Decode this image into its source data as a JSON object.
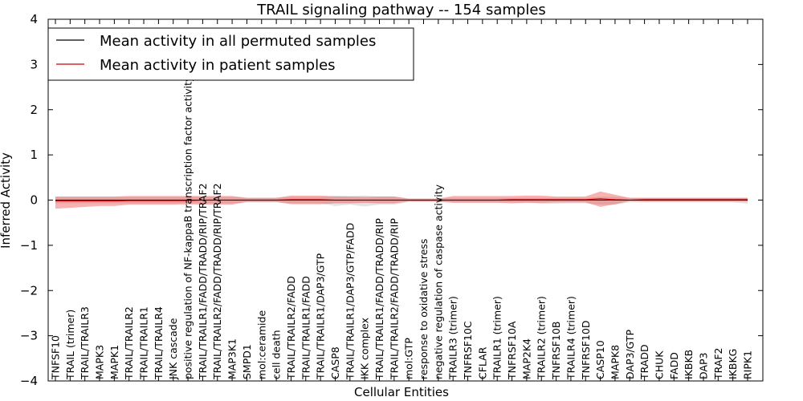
{
  "chart_data": {
    "type": "line",
    "title": "TRAIL signaling pathway -- 154 samples",
    "xlabel": "Cellular Entities",
    "ylabel": "Inferred Activity",
    "ylim": [
      -4,
      4
    ],
    "yticks": [
      "4",
      "3",
      "2",
      "1",
      "0",
      "−1",
      "−2",
      "−3",
      "−4"
    ],
    "grid": false,
    "legend_position": "top-left",
    "categories": [
      "TNFSF10",
      "TRAIL (trimer)",
      "TRAIL/TRAILR3",
      "MAPK3",
      "MAPK1",
      "TRAIL/TRAILR2",
      "TRAIL/TRAILR1",
      "TRAIL/TRAILR4",
      "JNK cascade",
      "positive regulation of NF-kappaB transcription factor activity",
      "TRAIL/TRAILR1/FADD/TRADD/RIP/TRAF2",
      "TRAIL/TRAILR2/FADD/TRADD/RIP/TRAF2",
      "MAP3K1",
      "SMPD1",
      "mol:ceramide",
      "cell death",
      "TRAIL/TRAILR2/FADD",
      "TRAIL/TRAILR1/FADD",
      "TRAIL/TRAILR1/DAP3/GTP",
      "CASP8",
      "TRAIL/TRAILR1/DAP3/GTP/FADD",
      "IKK complex",
      "TRAIL/TRAILR1/FADD/TRADD/RIP",
      "TRAIL/TRAILR2/FADD/TRADD/RIP",
      "mol:GTP",
      "response to oxidative stress",
      "negative regulation of caspase activity",
      "TRAILR3 (trimer)",
      "TNFRSF10C",
      "CFLAR",
      "TRAILR1 (trimer)",
      "TNFRSF10A",
      "MAP2K4",
      "TRAILR2 (trimer)",
      "TNFRSF10B",
      "TRAILR4 (trimer)",
      "TNFRSF10D",
      "CASP10",
      "MAPK8",
      "DAP3/GTP",
      "TRADD",
      "CHUK",
      "FADD",
      "IKBKB",
      "DAP3",
      "TRAF2",
      "IKBKG",
      "RIPK1"
    ],
    "series": [
      {
        "name": "Mean activity in all permuted samples",
        "color": "#000000",
        "values": [
          0.0,
          0.0,
          0.0,
          0.0,
          0.0,
          0.0,
          0.0,
          0.0,
          0.0,
          0.0,
          0.0,
          0.0,
          0.0,
          0.0,
          0.0,
          0.0,
          0.0,
          0.0,
          0.0,
          0.0,
          0.0,
          0.0,
          0.0,
          0.0,
          0.0,
          0.0,
          0.0,
          0.0,
          0.0,
          0.0,
          0.0,
          0.0,
          0.0,
          0.0,
          0.0,
          0.0,
          0.0,
          0.0,
          0.0,
          0.0,
          0.0,
          0.0,
          0.0,
          0.0,
          0.0,
          0.0,
          0.0,
          0.0
        ],
        "band_upper": [
          0.07,
          0.07,
          0.07,
          0.07,
          0.07,
          0.07,
          0.07,
          0.07,
          0.07,
          0.07,
          0.07,
          0.07,
          0.07,
          0.05,
          0.05,
          0.05,
          0.07,
          0.07,
          0.07,
          0.1,
          0.09,
          0.1,
          0.08,
          0.08,
          0.04,
          0.04,
          0.04,
          0.05,
          0.05,
          0.05,
          0.05,
          0.05,
          0.05,
          0.05,
          0.05,
          0.05,
          0.05,
          0.07,
          0.07,
          0.05,
          0.05,
          0.05,
          0.05,
          0.05,
          0.05,
          0.05,
          0.05,
          0.05
        ],
        "band_lower": [
          -0.07,
          -0.07,
          -0.07,
          -0.07,
          -0.07,
          -0.07,
          -0.07,
          -0.07,
          -0.07,
          -0.07,
          -0.07,
          -0.07,
          -0.07,
          -0.05,
          -0.05,
          -0.05,
          -0.07,
          -0.07,
          -0.07,
          -0.13,
          -0.1,
          -0.14,
          -0.1,
          -0.1,
          -0.04,
          -0.04,
          -0.04,
          -0.05,
          -0.05,
          -0.05,
          -0.05,
          -0.05,
          -0.05,
          -0.08,
          -0.08,
          -0.07,
          -0.07,
          -0.1,
          -0.1,
          -0.05,
          -0.05,
          -0.05,
          -0.05,
          -0.05,
          -0.05,
          -0.05,
          -0.05,
          -0.08
        ]
      },
      {
        "name": "Mean activity in patient samples",
        "color": "#cc0000",
        "values": [
          -0.02,
          -0.02,
          -0.02,
          -0.02,
          -0.02,
          -0.01,
          -0.01,
          -0.01,
          -0.01,
          -0.01,
          0.0,
          0.0,
          0.0,
          0.0,
          0.0,
          0.0,
          0.01,
          0.01,
          0.01,
          0.0,
          0.0,
          0.0,
          0.0,
          0.0,
          0.0,
          0.0,
          0.0,
          0.0,
          0.0,
          0.0,
          0.0,
          0.01,
          0.01,
          0.01,
          0.01,
          0.01,
          0.01,
          0.03,
          0.01,
          0.0,
          0.01,
          0.01,
          0.01,
          0.01,
          0.01,
          0.01,
          0.01,
          0.01
        ],
        "band_upper": [
          0.08,
          0.08,
          0.08,
          0.08,
          0.08,
          0.09,
          0.09,
          0.09,
          0.09,
          0.09,
          0.09,
          0.09,
          0.09,
          0.05,
          0.05,
          0.05,
          0.1,
          0.1,
          0.1,
          0.08,
          0.08,
          0.07,
          0.08,
          0.08,
          0.03,
          0.03,
          0.03,
          0.09,
          0.09,
          0.09,
          0.09,
          0.09,
          0.1,
          0.1,
          0.08,
          0.08,
          0.08,
          0.19,
          0.12,
          0.05,
          0.05,
          0.05,
          0.05,
          0.05,
          0.05,
          0.05,
          0.05,
          0.05
        ],
        "band_lower": [
          -0.19,
          -0.17,
          -0.15,
          -0.13,
          -0.13,
          -0.1,
          -0.1,
          -0.1,
          -0.1,
          -0.09,
          -0.1,
          -0.1,
          -0.1,
          -0.04,
          -0.04,
          -0.04,
          -0.09,
          -0.09,
          -0.09,
          -0.07,
          -0.07,
          -0.06,
          -0.07,
          -0.07,
          -0.03,
          -0.03,
          -0.03,
          -0.06,
          -0.06,
          -0.06,
          -0.06,
          -0.07,
          -0.06,
          -0.06,
          -0.05,
          -0.05,
          -0.05,
          -0.15,
          -0.09,
          -0.02,
          -0.03,
          -0.03,
          -0.03,
          -0.03,
          -0.03,
          -0.03,
          -0.03,
          -0.03
        ]
      }
    ]
  }
}
